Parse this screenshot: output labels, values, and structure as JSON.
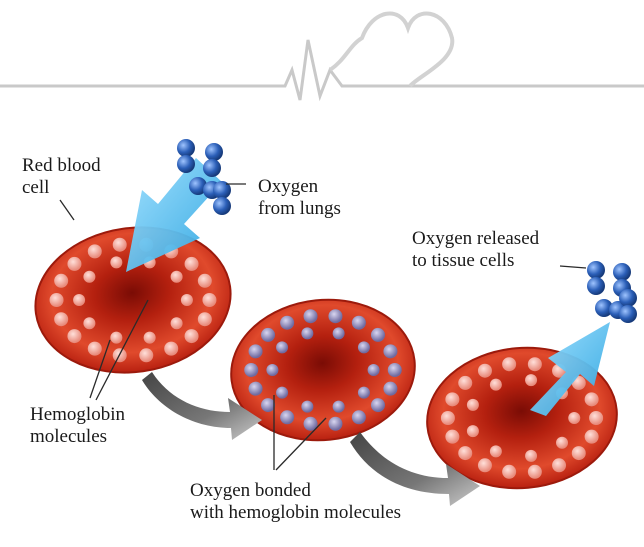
{
  "labels": {
    "red_blood_cell": [
      "Red blood",
      "cell"
    ],
    "oxygen_from_lungs": [
      "Oxygen",
      "from lungs"
    ],
    "oxygen_released": [
      "Oxygen released",
      "to tissue cells"
    ],
    "hemoglobin": [
      "Hemoglobin",
      "molecules"
    ],
    "oxygen_bonded": [
      "Oxygen bonded",
      "with hemoglobin molecules"
    ]
  },
  "colors": {
    "cell_red": "#d8361f",
    "cell_dark": "#8e1208",
    "hemoglobin_dot": "#f0a79b",
    "oxygen_blue": "#2b5fb8",
    "bonded_dot": "#8a86b8",
    "arrow_cyan": "#3fb4ea",
    "ecg_line": "#c8c8c8"
  },
  "icons": [
    "heart-ecg-logo",
    "oxygen-molecule-icon",
    "inflow-arrow",
    "outflow-arrow",
    "transition-arrow"
  ]
}
